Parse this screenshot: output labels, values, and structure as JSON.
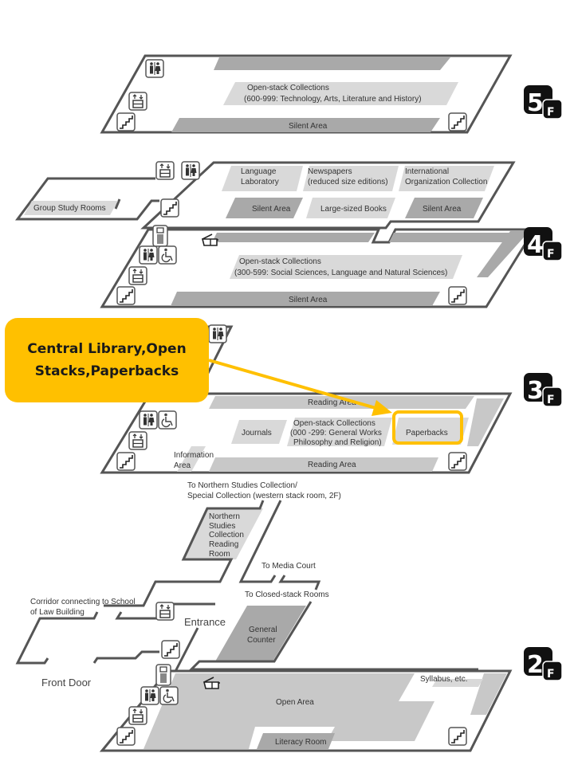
{
  "callout": {
    "line1": "Central Library,Open",
    "line2": "Stacks,Paperbacks",
    "color": "#ffc000",
    "target": "Paperbacks"
  },
  "floors": {
    "f5": {
      "badge_number": "5",
      "badge_suffix": "F",
      "collections_title": "Open-stack Collections",
      "collections_range": "(600-999: Technology, Arts, Literature and History)",
      "silent_area": "Silent Area"
    },
    "f4": {
      "badge_number": "4",
      "badge_suffix": "F",
      "group_study": "Group Study Rooms",
      "language_lab_1": "Language",
      "language_lab_2": "Laboratory",
      "newspapers_1": "Newspapers",
      "newspapers_2": "(reduced size editions)",
      "intl_1": "International",
      "intl_2": "Organization Collection",
      "silent_left": "Silent Area",
      "large_books": "Large-sized Books",
      "silent_right": "Silent Area",
      "collections_title": "Open-stack Collections",
      "collections_range": "(300-599: Social Sciences, Language and Natural Sciences)",
      "silent_bottom": "Silent Area"
    },
    "f3": {
      "badge_number": "3",
      "badge_suffix": "F",
      "reading_top": "Reading Area",
      "journals": "Journals",
      "collections_title": "Open-stack Collections",
      "collections_range_1": "(000 -299: General Works",
      "collections_range_2": "Philosophy and Religion)",
      "paperbacks": "Paperbacks",
      "info_1": "Information",
      "info_2": "Area",
      "reading_bottom": "Reading Area"
    },
    "f2": {
      "badge_number": "2",
      "badge_suffix": "F",
      "to_northern_1": "To Northern Studies Collection/",
      "to_northern_2": "Special Collection (western stack room, 2F)",
      "northern_room": [
        "Northern",
        "Studies",
        "Collection",
        "Reading",
        "Room"
      ],
      "to_media": "To Media Court",
      "to_closed": "To Closed-stack Rooms",
      "corridor_1": "Corridor connecting to School",
      "corridor_2": "of Law Building",
      "entrance": "Entrance",
      "general_counter_1": "General",
      "general_counter_2": "Counter",
      "front_door": "Front Door",
      "syllabus": "Syllabus, etc.",
      "open_area": "Open Area",
      "literacy_room": "Literacy Room"
    }
  },
  "icons": [
    "restroom-icon",
    "elevator-icon",
    "stairs-icon",
    "wheelchair-icon",
    "phone-icon",
    "copier-icon"
  ]
}
